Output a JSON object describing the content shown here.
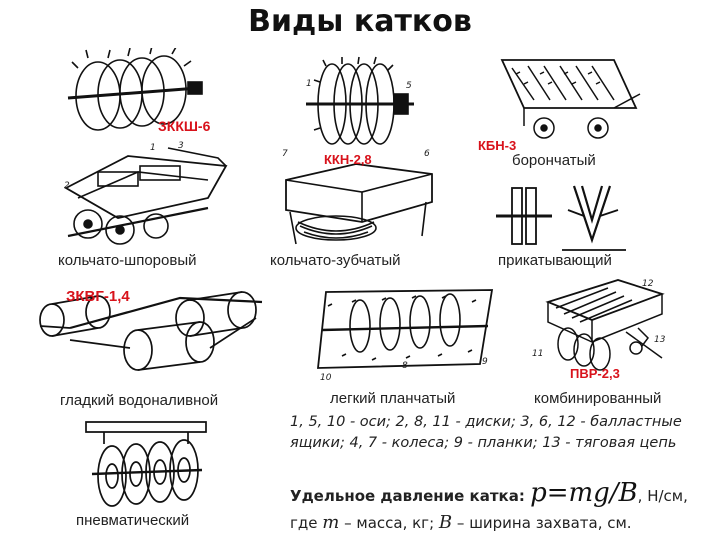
{
  "title": "Виды катков",
  "panels": {
    "zkksh": {
      "model": "ЗККШ-6",
      "caption": "кольчато-шпоровый",
      "parts": [
        "1",
        "2",
        "3"
      ]
    },
    "kkn": {
      "model": "ККН-2,8",
      "caption": "кольчато-зубчатый",
      "parts": [
        "1",
        "5",
        "7",
        "6"
      ]
    },
    "kbn": {
      "model": "КБН-3",
      "caption": "борончатый"
    },
    "prik": {
      "caption": "прикатывающий"
    },
    "zkvg": {
      "model": "ЗКВГ-1,4",
      "caption": "гладкий водоналивной"
    },
    "light": {
      "caption": "легкий планчатый",
      "parts": [
        "8",
        "9",
        "10"
      ]
    },
    "pvr": {
      "model": "ПВР-2,3",
      "caption": "комбинированный",
      "parts": [
        "12",
        "13",
        "11"
      ]
    },
    "pneum": {
      "caption": "пневматический"
    }
  },
  "legend": {
    "line1": "1, 5, 10 - оси; 2, 8, 11 - диски; 3, 6, 12 - балластные",
    "line2": "ящики; 4, 7 - колеса; 9 - планки; 13 - тяговая цепь"
  },
  "formula": {
    "label": "Удельное давление катка:",
    "expression": "p=mg/B",
    "unit": ", Н/см,"
  },
  "where": {
    "prefix": "где",
    "m_symbol": "m",
    "m_text": "– масса, кг;",
    "b_symbol": "B",
    "b_text": "– ширина захвата, см."
  },
  "colors": {
    "model_label": "#d8121b",
    "text": "#222222"
  }
}
